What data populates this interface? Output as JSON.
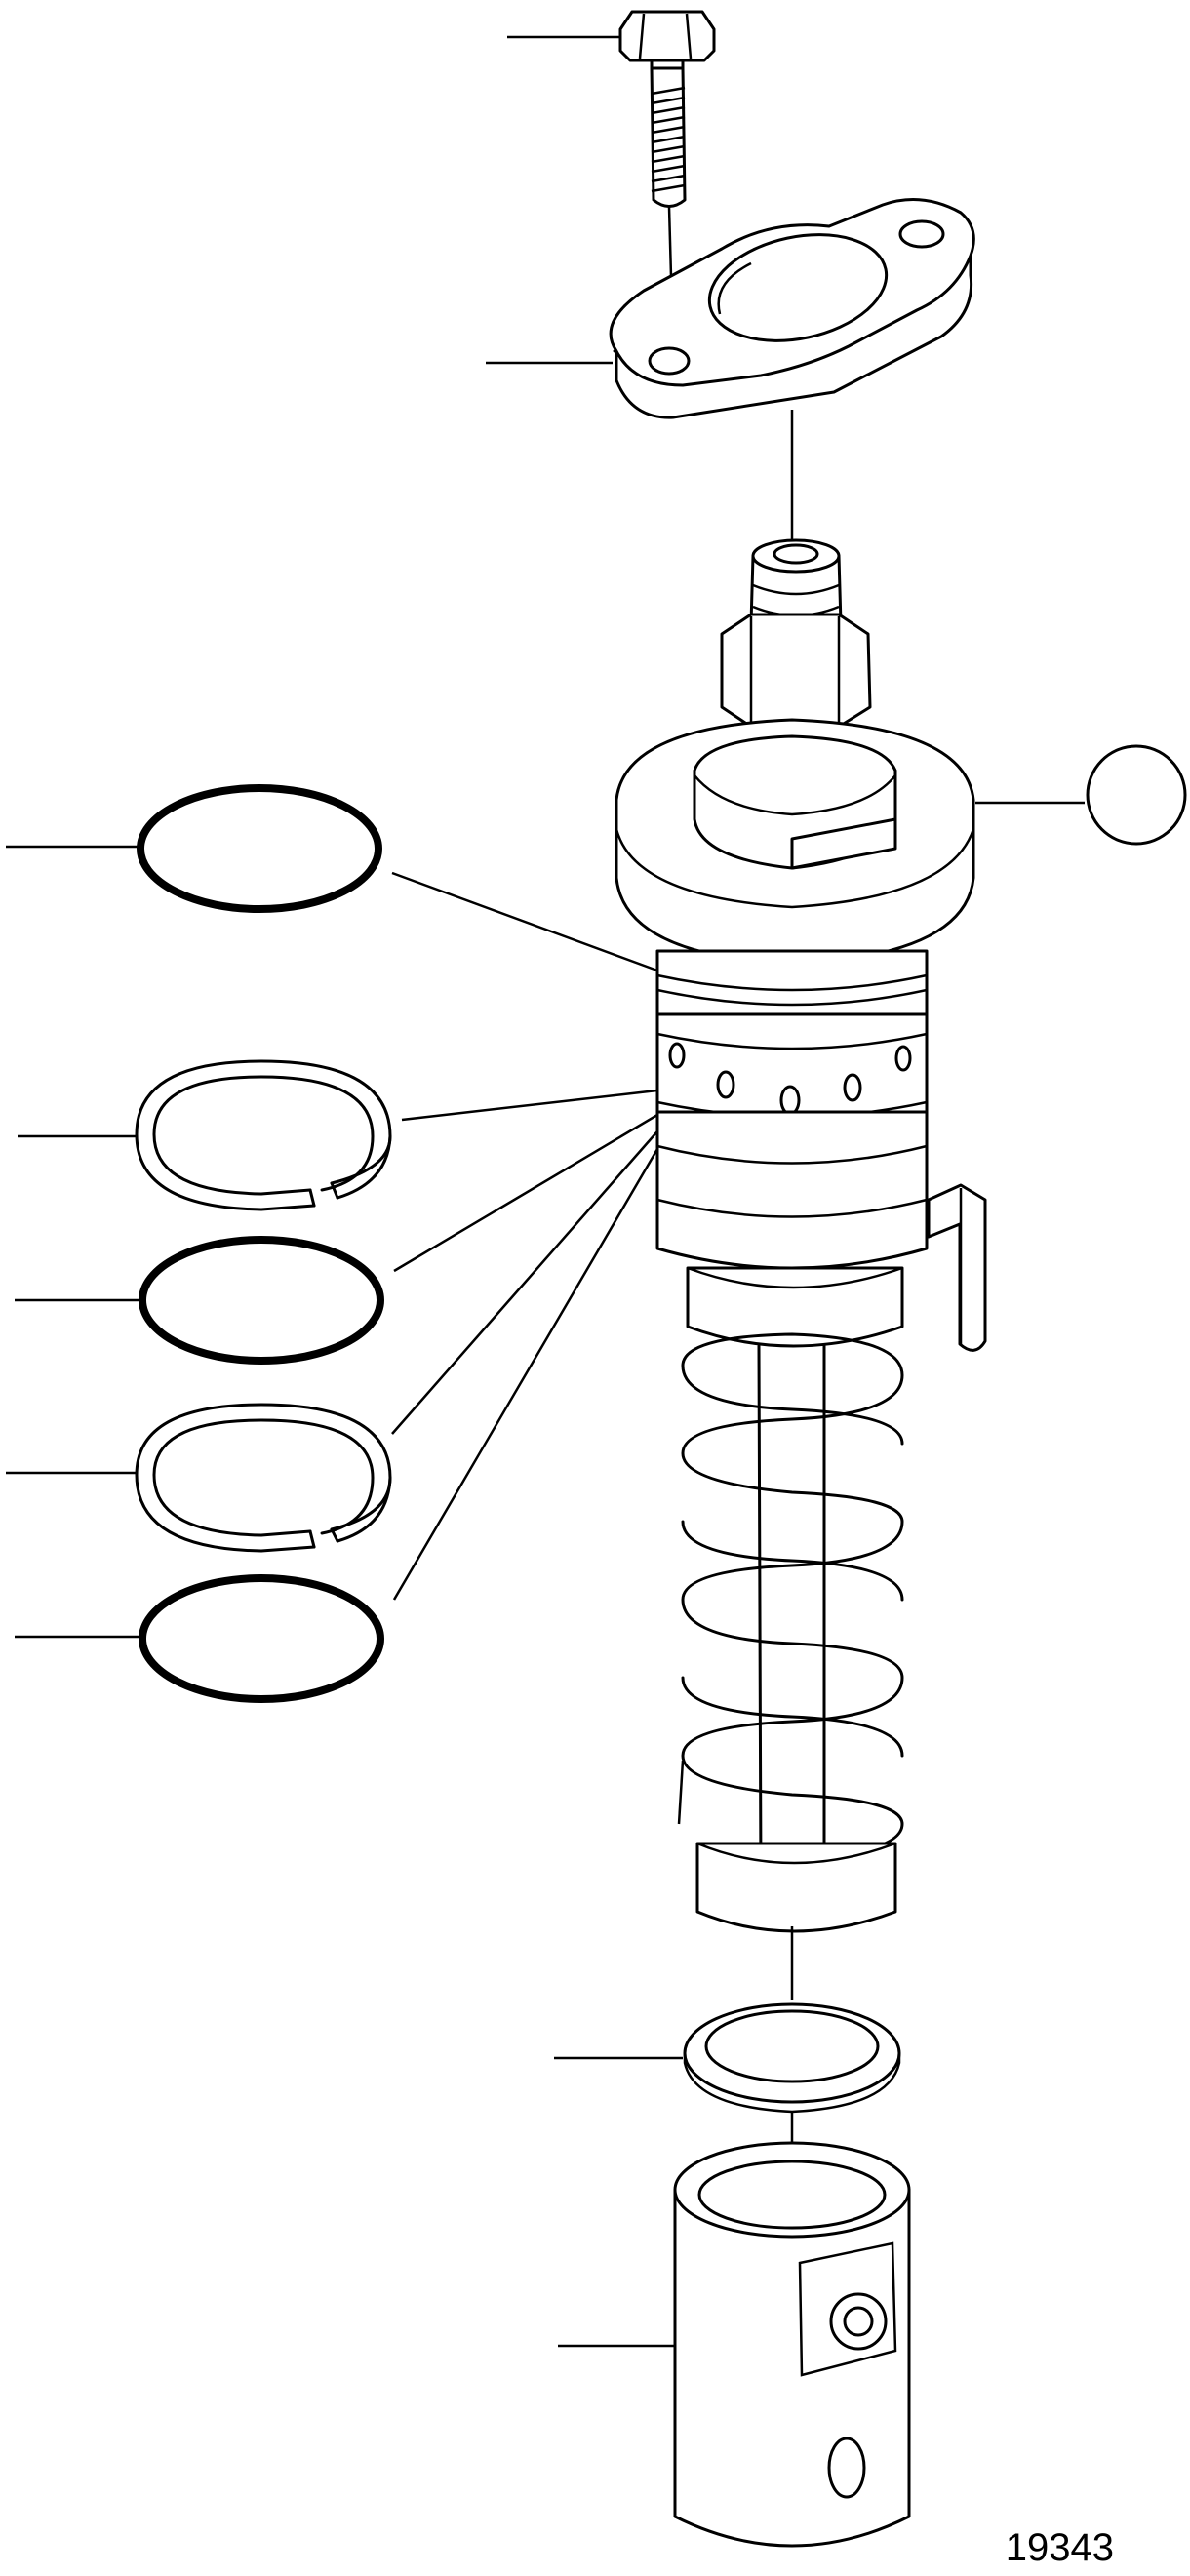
{
  "figure": {
    "number": "19343"
  },
  "parts": [
    {
      "name": "bolt"
    },
    {
      "name": "flange-plate"
    },
    {
      "name": "injector-pump-element"
    },
    {
      "name": "o-ring-1"
    },
    {
      "name": "split-ring-1"
    },
    {
      "name": "o-ring-2"
    },
    {
      "name": "split-ring-2"
    },
    {
      "name": "o-ring-3"
    },
    {
      "name": "spring"
    },
    {
      "name": "washer"
    },
    {
      "name": "tappet"
    }
  ],
  "colors": {
    "line": "#000000",
    "background": "#ffffff"
  }
}
